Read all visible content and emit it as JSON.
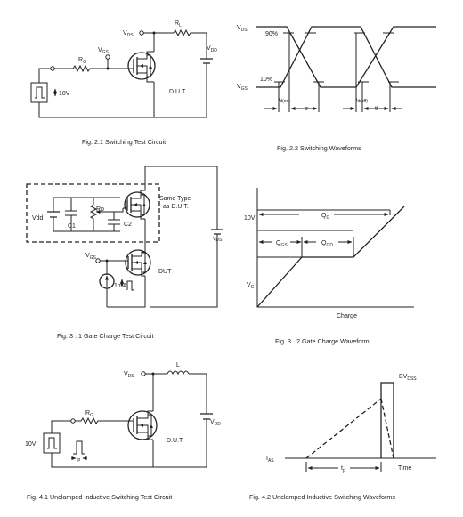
{
  "fig21": {
    "caption": "Fig. 2.1 Switching Test Circuit",
    "vds": "V",
    "vds_sub": "DS",
    "rl": "R",
    "rl_sub": "L",
    "vdd": "V",
    "vdd_sub": "DD",
    "rg": "R",
    "rg_sub": "G",
    "vgs": "V",
    "vgs_sub": "GS",
    "source_v": "10V",
    "dut": "D.U.T."
  },
  "fig22": {
    "caption": "Fig. 2.2 Switching Waveforms",
    "vds": "V",
    "vds_sub": "DS",
    "vgs": "V",
    "vgs_sub": "GS",
    "p90": "90%",
    "p10": "10%",
    "td_on": "t",
    "td_on_sub": "d(on)",
    "tr": "tr",
    "td_off": "t",
    "td_off_sub": "d(off)",
    "tf": "tf"
  },
  "fig31": {
    "caption": "Fig. 3 . 1 Gate Charge Test Circuit",
    "same_type_1": "Same Type",
    "same_type_2": "as D.U.T.",
    "vdd": "Vdd",
    "c1": "C1",
    "rp": "Rp",
    "c2": "C2",
    "vds": "V",
    "vds_sub": "DS",
    "vgs": "V",
    "vgs_sub": "GS",
    "dut": "DUT",
    "current": "1mA"
  },
  "fig32": {
    "caption": "Fig. 3 . 2 Gate Charge Waveform",
    "v10": "10V",
    "qg": "Q",
    "qg_sub": "G",
    "qgs": "Q",
    "qgs_sub": "GS",
    "qgd": "Q",
    "qgd_sub": "GD",
    "vg": "V",
    "vg_sub": "G",
    "xlabel": "Charge"
  },
  "fig41": {
    "caption": "Fig. 4.1 Unclamped Inductive Switching Test Circuit",
    "vds": "V",
    "vds_sub": "DS",
    "l": "L",
    "vdd": "V",
    "vdd_sub": "DD",
    "rg": "R",
    "rg_sub": "G",
    "source_v": "10V",
    "tp": "t",
    "tp_sub": "p",
    "dut": "D.U.T."
  },
  "fig42": {
    "caption": "Fig. 4.2 Unclamped Inductive Switching Waveforms",
    "bv": "BV",
    "bv_sub": "DSS",
    "ias": "I",
    "ias_sub": "AS",
    "tp": "t",
    "tp_sub": "p",
    "time": "Time"
  }
}
